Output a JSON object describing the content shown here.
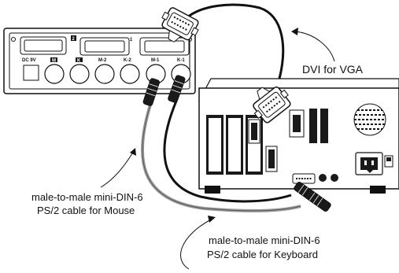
{
  "labels": {
    "dvi_for_vga": "DVI for VGA",
    "mouse_cable_line1": "male-to-male mini-DIN-6",
    "mouse_cable_line2": "PS/2 cable for Mouse",
    "keyboard_cable_line1": "male-to-male mini-DIN-6",
    "keyboard_cable_line2": "PS/2 cable for Keyboard"
  },
  "kvm_panel": {
    "power_label": "DC 9V",
    "port_m_label": "M",
    "port_k_label": "K",
    "port_m2_label": "M-2",
    "port_k2_label": "K-2",
    "port_m1_label": "M-1",
    "port_k1_label": "K-1",
    "badge_2": "2",
    "badge_1": "1"
  },
  "colors": {
    "line": "#111111",
    "cable_light": "#9a9a9a",
    "metal": "#d8d8d8",
    "slot_dark": "#1a1a1a"
  }
}
